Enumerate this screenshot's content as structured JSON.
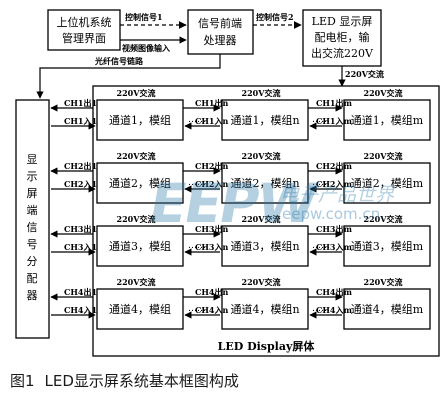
{
  "nodes": {
    "host": [
      "上位机系统",
      "管理界面"
    ],
    "processor": [
      "信号前端",
      "处理器"
    ],
    "power_cabinet": [
      "LED 显示屏",
      "配电柜，输",
      "出交流220V"
    ],
    "distributor": [
      "显",
      "示",
      "屏",
      "端",
      "信",
      "号",
      "分",
      "配",
      "器"
    ]
  },
  "edges": {
    "control_1": "控制信号1",
    "video_in": "视频图像输入",
    "control_2": "控制信号2",
    "fiber": "光纤信号链路",
    "ac": "220V交流"
  },
  "grid": {
    "rows": [
      {
        "module_labels": [
          "通道1，模组",
          "通道1，模组n",
          "通道1，模组m"
        ],
        "out": "CH1出1",
        "in": "CH1入1",
        "out_n": "CH1出n",
        "in_n": "CH1入n",
        "out_m": "CH1出m",
        "in_m": "CH1入m"
      },
      {
        "module_labels": [
          "通道2，模组",
          "通道2，模组n",
          "通道2，模组m"
        ],
        "out": "CH2出1",
        "in": "CH2入1",
        "out_n": "CH2出n",
        "in_n": "CH2入n",
        "out_m": "CH2出m",
        "in_m": "CH2入m"
      },
      {
        "module_labels": [
          "通道3，模组",
          "通道3，模组n",
          "通道3，模组m"
        ],
        "out": "CH3出1",
        "in": "CH3入1",
        "out_n": "CH3出n",
        "in_n": "CH3入n",
        "out_m": "CH3出m",
        "in_m": "CH3入m"
      },
      {
        "module_labels": [
          "通道4，模组",
          "通道4，模组n",
          "通道4，模组m"
        ],
        "out": "CH4出1",
        "in": "CH4入1",
        "out_n": "CH4出n",
        "in_n": "CH4入n",
        "out_m": "CH4出m",
        "in_m": "CH4入m"
      }
    ],
    "screen_label": "LED Display屏体"
  },
  "caption": {
    "number": "图1",
    "text": "LED显示屏系统基本框图构成"
  },
  "watermark": {
    "logo": "EEPW",
    "cn": "电子产品世界",
    "url": "eepw.com.cn"
  }
}
